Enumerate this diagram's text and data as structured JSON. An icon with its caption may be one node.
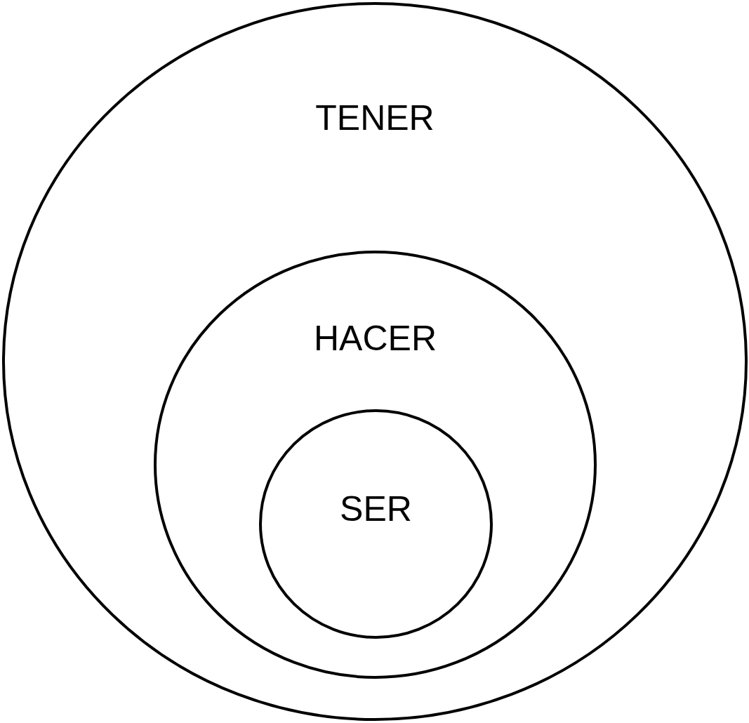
{
  "diagram": {
    "nodes": [
      {
        "text": [
          "TENER"
        ]
      },
      {
        "text": [
          "HACER"
        ],
        "in": 0
      },
      {
        "text": [
          "SER"
        ],
        "in": 1
      }
    ]
  }
}
